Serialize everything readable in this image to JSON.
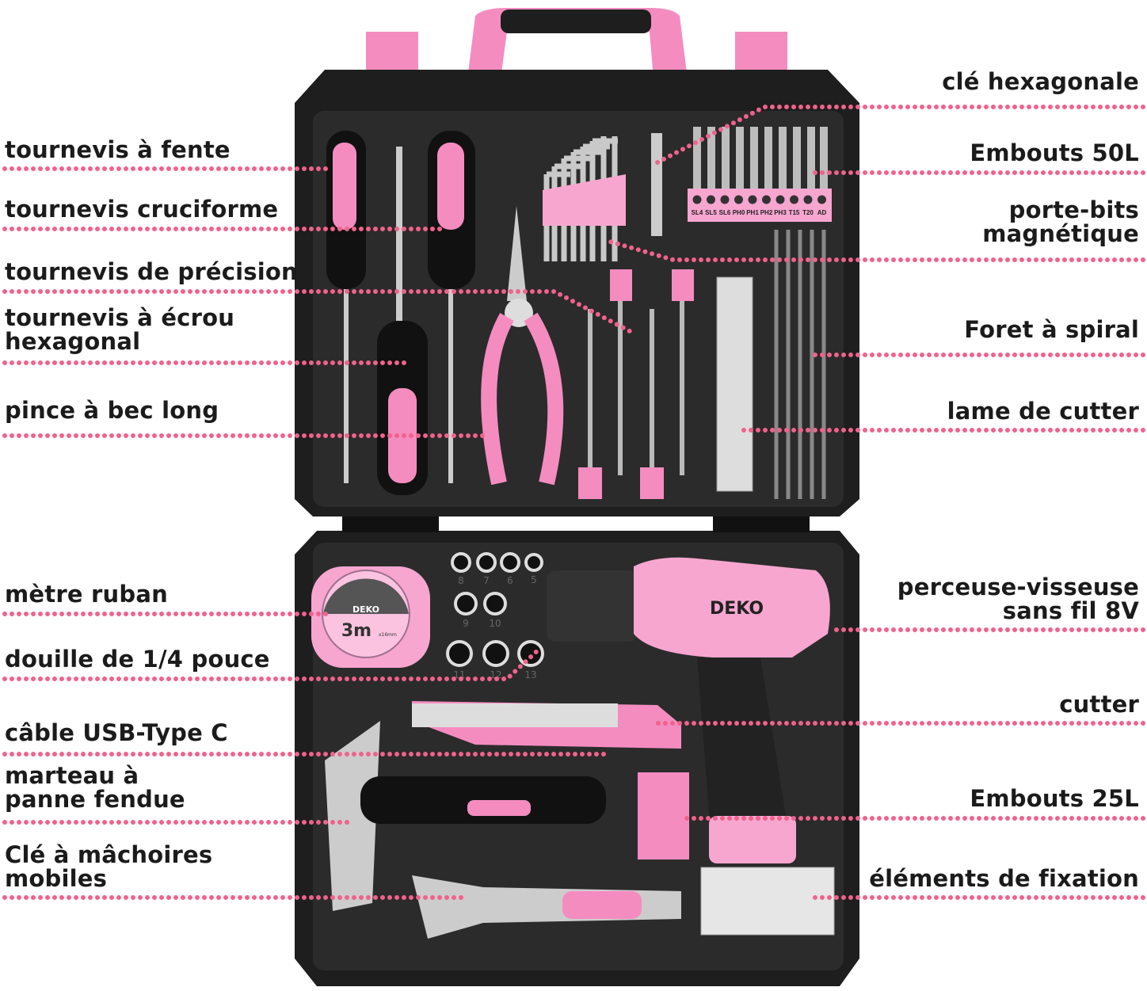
{
  "labels_left": [
    {
      "text": "tournevis à fente"
    },
    {
      "text": "tournevis cruciforme"
    },
    {
      "text": "tournevis de précision"
    },
    {
      "text": "tournevis à écrou",
      "text2": "hexagonal"
    },
    {
      "text": "pince à bec long"
    },
    {
      "text": "mètre ruban"
    },
    {
      "text": "douille de 1/4 pouce"
    },
    {
      "text": "câble USB-Type C"
    },
    {
      "text": "marteau à",
      "text2": "panne fendue"
    },
    {
      "text": "Clé à mâchoires",
      "text2": "mobiles"
    }
  ],
  "labels_right": [
    {
      "text": "clé hexagonale"
    },
    {
      "text": "Embouts 50L"
    },
    {
      "text": "porte-bits",
      "text2": "magnétique"
    },
    {
      "text": "Foret à spiral"
    },
    {
      "text": "lame de cutter"
    },
    {
      "text": "perceuse-visseuse",
      "text2": "sans fil 8V"
    },
    {
      "text": "cutter"
    },
    {
      "text": "Embouts 25L"
    },
    {
      "text": "éléments de fixation"
    }
  ],
  "product": {
    "brand": "DEKO",
    "bit_codes": [
      "SL4",
      "SL5",
      "SL6",
      "PH0",
      "PH1",
      "PH2",
      "PH3",
      "T15",
      "T20",
      "AD"
    ],
    "socket_sizes": [
      "8",
      "7",
      "6",
      "5",
      "9",
      "10",
      "11",
      "12",
      "13"
    ],
    "tape_length": "3m",
    "tape_width": "x16mm"
  },
  "colors": {
    "leader": "#f0628c",
    "pink": "#f7a6d0",
    "case": "#1e1e1e",
    "text": "#1b1b1b"
  }
}
